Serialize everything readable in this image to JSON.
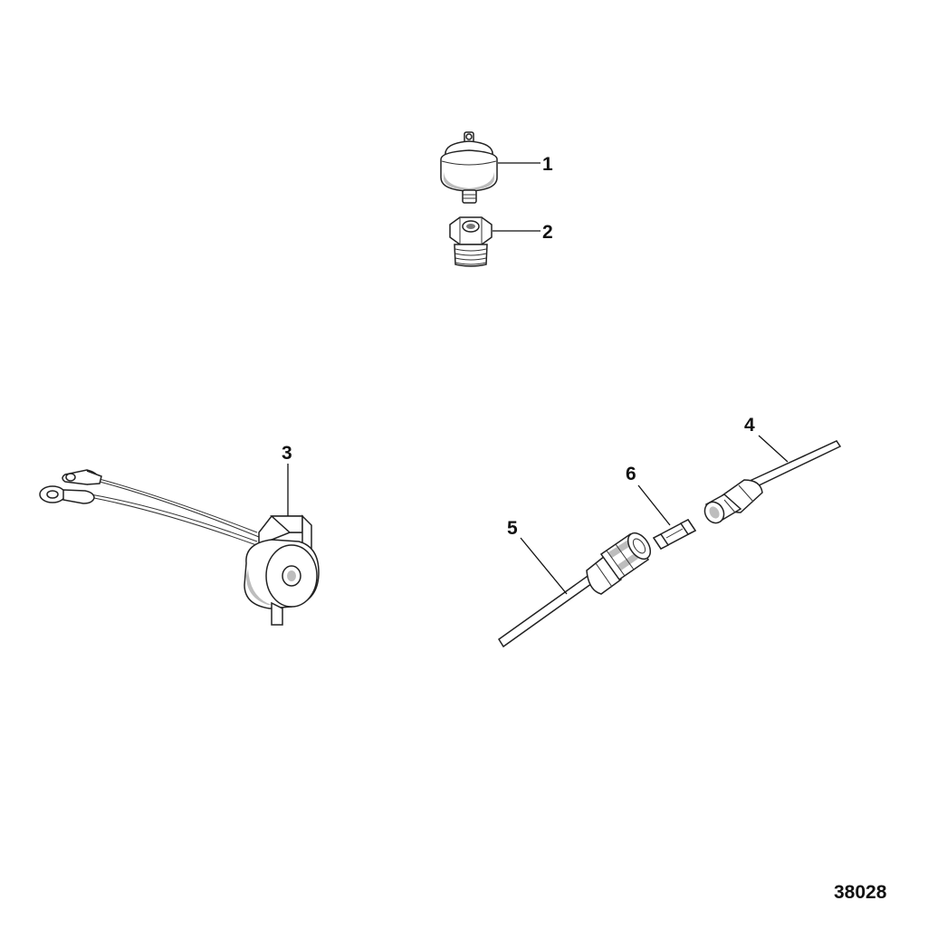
{
  "callouts": [
    {
      "number": "1",
      "part": "switch"
    },
    {
      "number": "2",
      "part": "adapter-fitting"
    },
    {
      "number": "3",
      "part": "coil"
    },
    {
      "number": "4",
      "part": "lead-wire"
    },
    {
      "number": "5",
      "part": "lead-wire"
    },
    {
      "number": "6",
      "part": "fuse"
    }
  ],
  "figure_id": "38028"
}
